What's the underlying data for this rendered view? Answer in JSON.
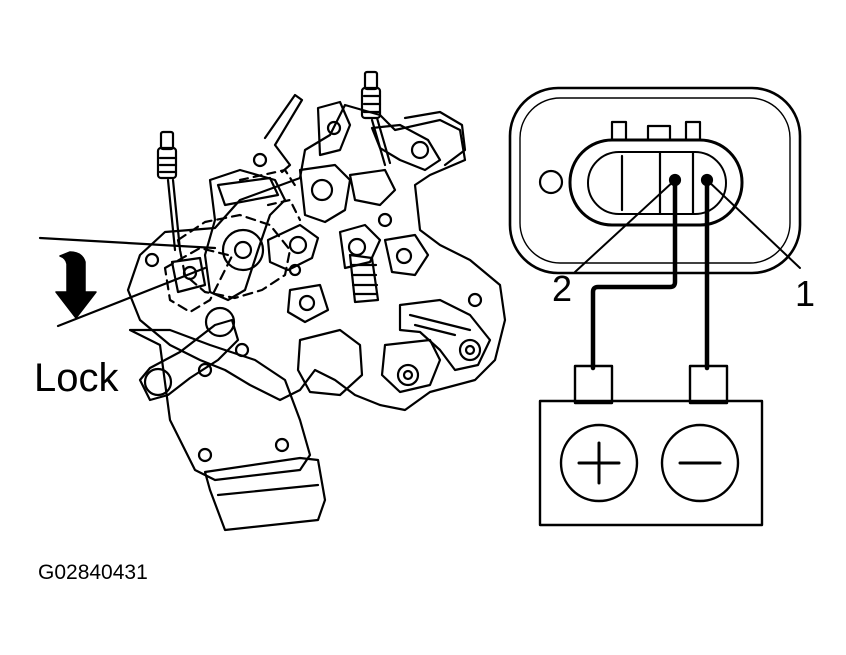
{
  "figure": {
    "figure_id": "G02840431",
    "lock_label": "Lock",
    "pin_1_label": "1",
    "pin_2_label": "2",
    "battery_positive_symbol": "+",
    "battery_negative_symbol": "−"
  },
  "icons": {
    "arrow": "down-arrow-icon",
    "battery": "battery-icon",
    "connector": "connector-icon"
  },
  "colors": {
    "ink": "#000000",
    "paper": "#ffffff"
  }
}
